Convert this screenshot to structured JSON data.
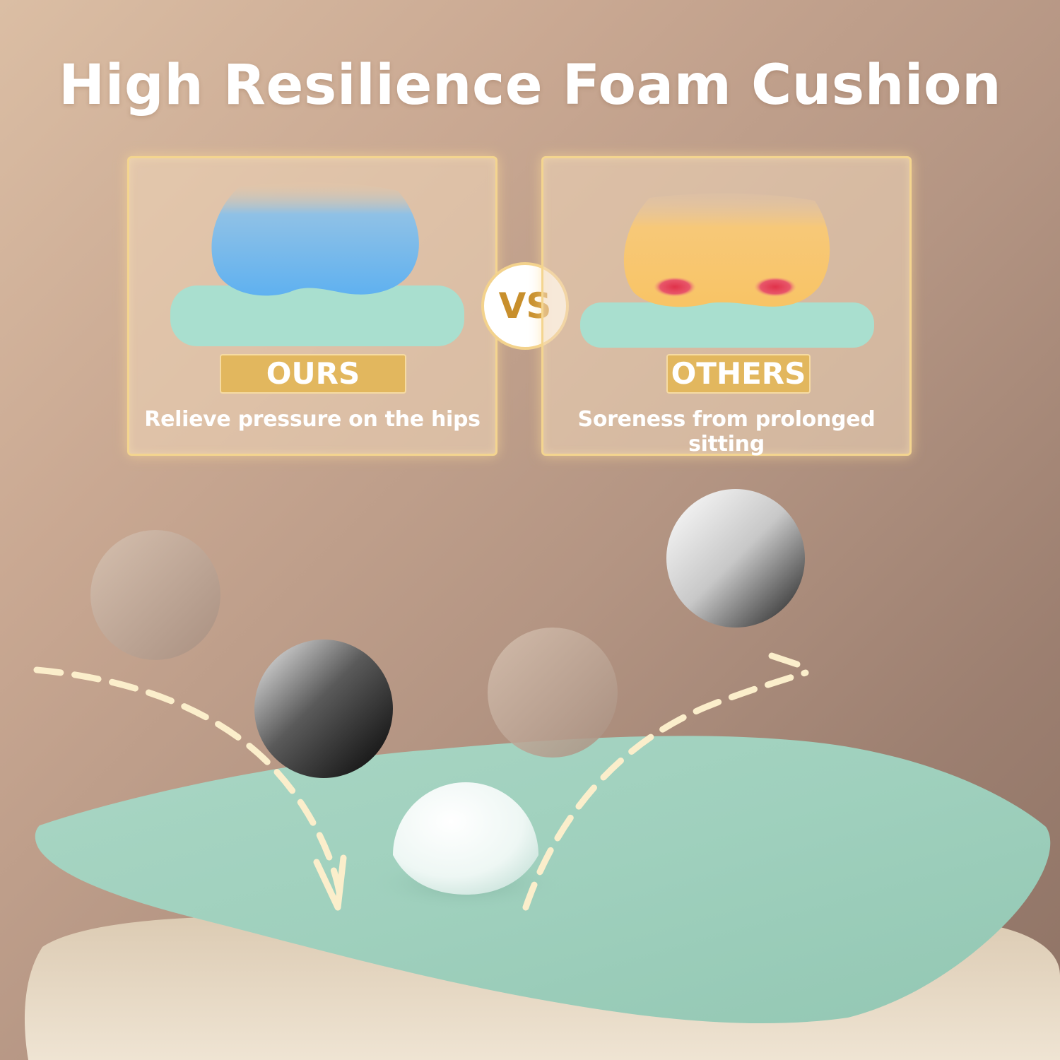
{
  "title": "High Resilience Foam Cushion",
  "comparison": {
    "ours": {
      "badge": "OURS",
      "caption": "Relieve pressure on the hips"
    },
    "vs": "VS",
    "others": {
      "badge": "OTHERS",
      "caption": "Soreness from prolonged sitting"
    }
  },
  "colors": {
    "accent_gold": "#e2b75e",
    "cushion_mint": "#a9d6c4",
    "pressure_blue": "#6db3ec",
    "pressure_orange": "#f7c46a",
    "pressure_point_red": "#e0424f"
  }
}
